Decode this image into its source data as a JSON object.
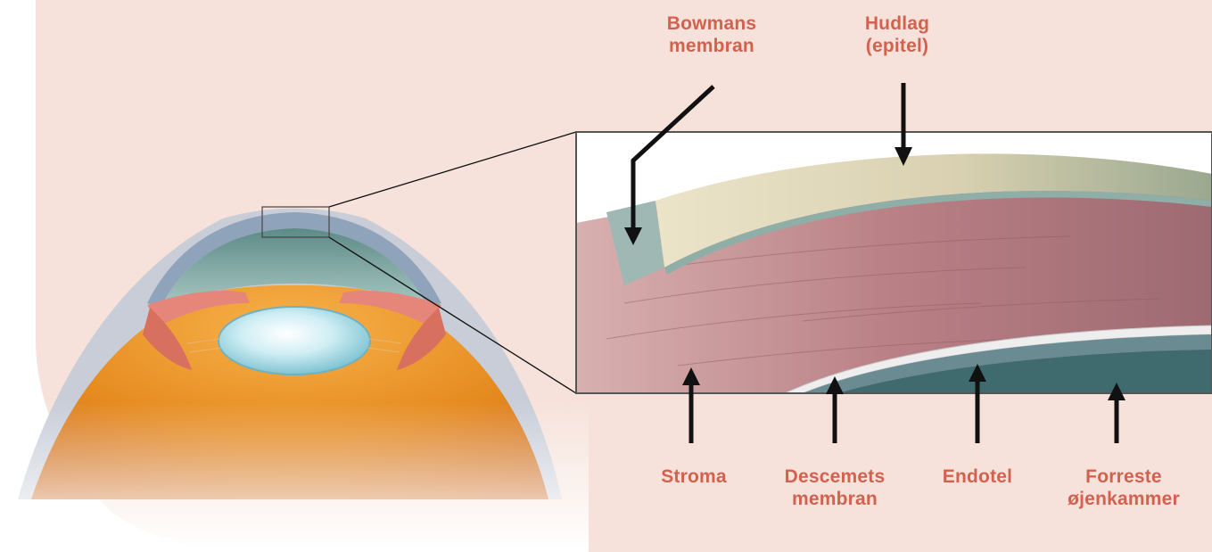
{
  "labels": {
    "bowmans": [
      "Bowmans",
      "membran"
    ],
    "hudlag": [
      "Hudlag",
      "(epitel)"
    ],
    "stroma": [
      "Stroma"
    ],
    "descemets": [
      "Descemets",
      "membran"
    ],
    "endotel": [
      "Endotel"
    ],
    "forreste": [
      "Forreste",
      "øjenkammer"
    ]
  },
  "colors": {
    "background": "#f6e2da",
    "label": "#d4614e",
    "arrow": "#111111",
    "stroma": "#b57d82",
    "epithelium": "#e6dcc0",
    "bowman": "#9fb8b3"
  }
}
